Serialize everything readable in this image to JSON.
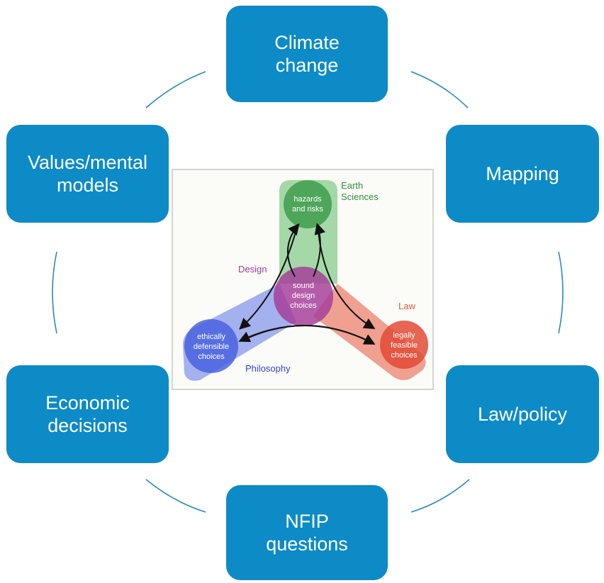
{
  "nodes": {
    "climate": [
      "Climate",
      "change"
    ],
    "mapping": [
      "Mapping"
    ],
    "law_policy": [
      "Law/policy"
    ],
    "nfip": [
      "NFIP",
      "questions"
    ],
    "economic": [
      "Economic",
      "decisions"
    ],
    "values": [
      "Values/mental",
      "models"
    ]
  },
  "inset": {
    "earth_sciences": [
      "Earth",
      "Sciences"
    ],
    "hazards": [
      "hazards",
      "and risks"
    ],
    "design_label": "Design",
    "law_label": "Law",
    "philosophy_label": "Philosophy",
    "center": [
      "sound",
      "design",
      "choices"
    ],
    "legal": [
      "legally",
      "feasible",
      "choices"
    ],
    "ethical": [
      "ethically",
      "defensible",
      "choices"
    ]
  },
  "colors": {
    "node_fill": "#0d8bc6",
    "connector": "#2a89be",
    "earth": "#74c47a",
    "law": "#ea6f58",
    "philosophy": "#7488ea",
    "design": "#a33a98"
  }
}
